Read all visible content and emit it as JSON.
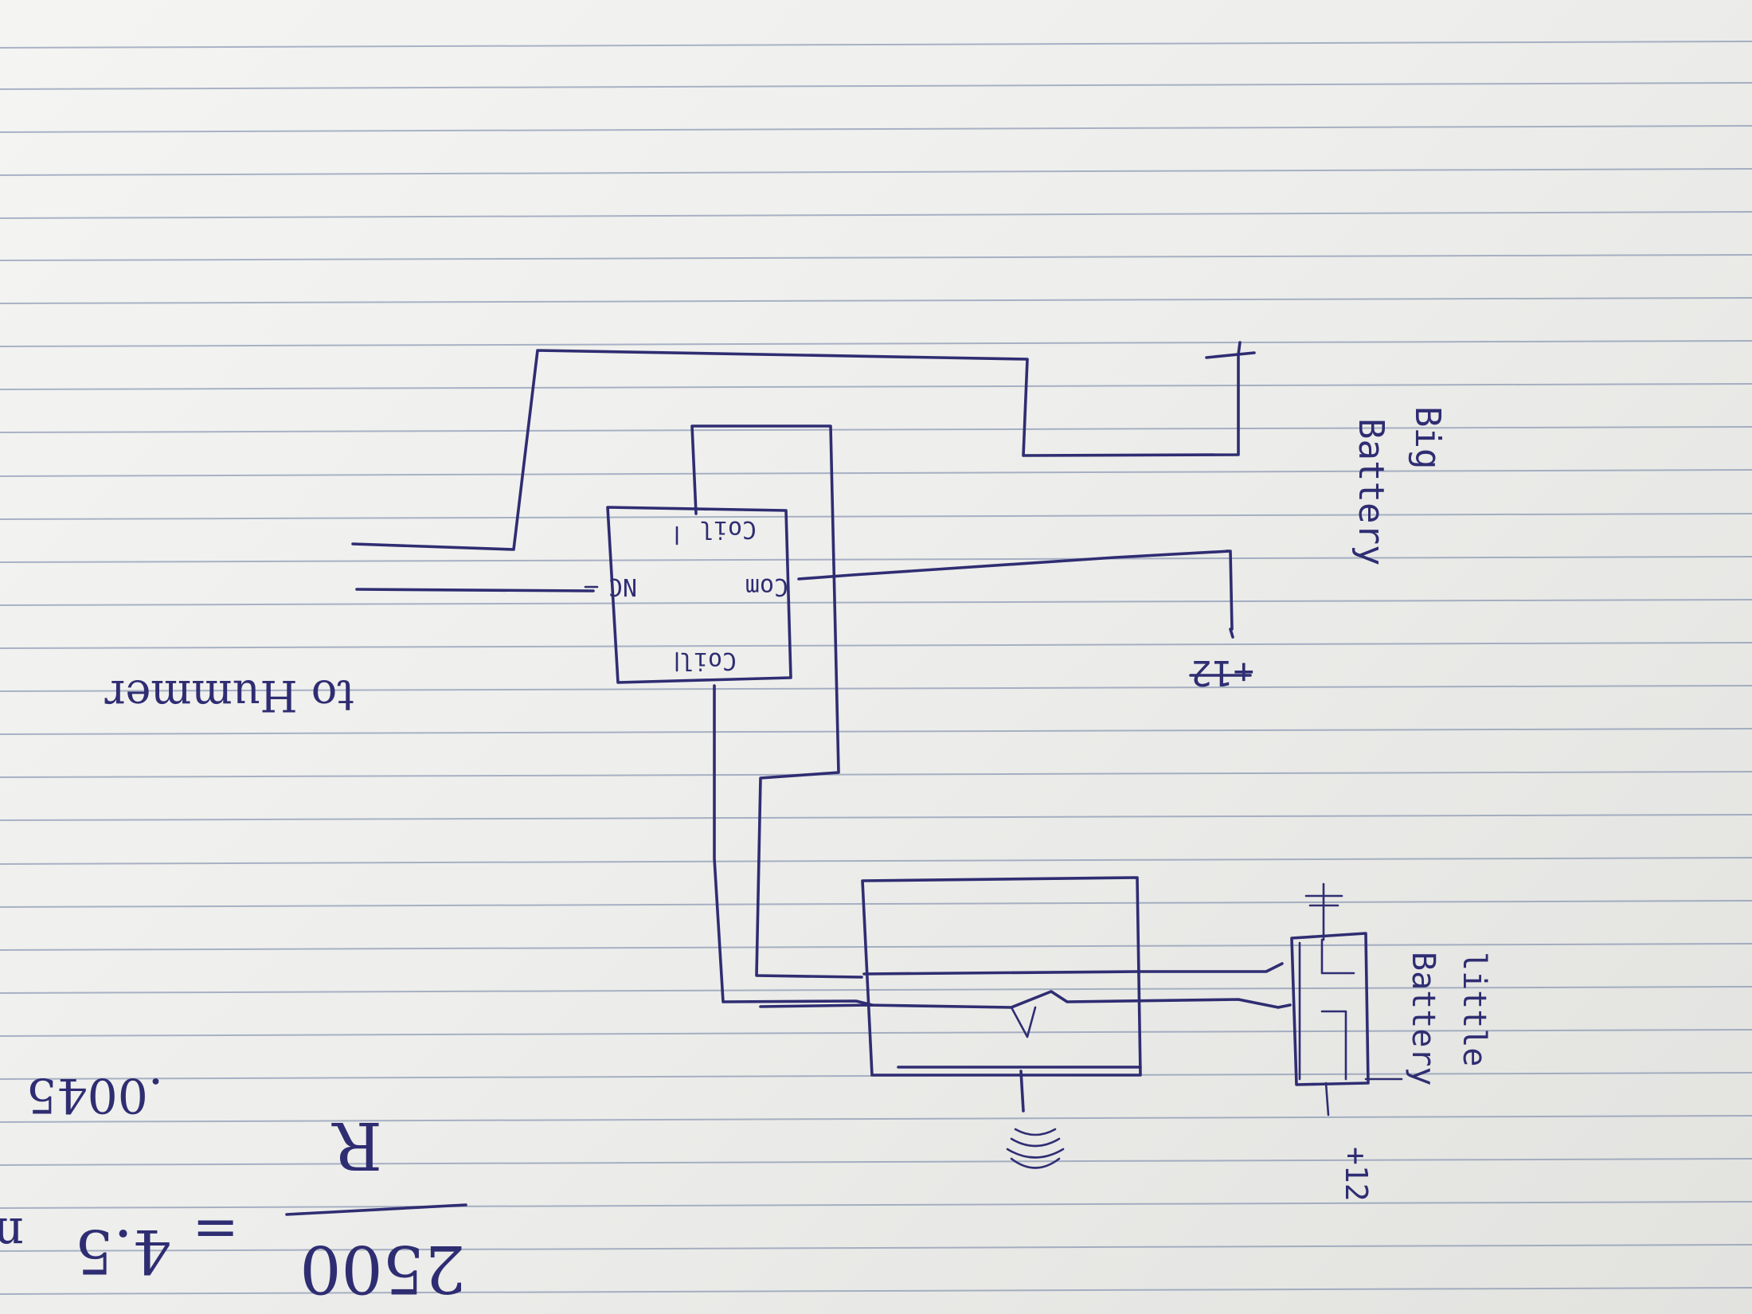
{
  "diagram": {
    "relay": {
      "pin_coil_top": "Coil",
      "pin_nc": "NC",
      "pin_com": "Com",
      "pin_coil_bottom": "Coil"
    },
    "big_battery": {
      "label_line1": "Big",
      "label_line2": "Battery",
      "minus": "-",
      "plus_voltage": "+12"
    },
    "little_battery": {
      "label_line1": "little",
      "label_line2": "Battery",
      "minus": "-",
      "plus_voltage": "+12"
    },
    "to_load_label": "to Hummer",
    "formula": {
      "numerator": "2500",
      "denominator": "R",
      "equals": "=",
      "result": "4.5",
      "result_suffix": "m",
      "time": ".0045"
    }
  }
}
